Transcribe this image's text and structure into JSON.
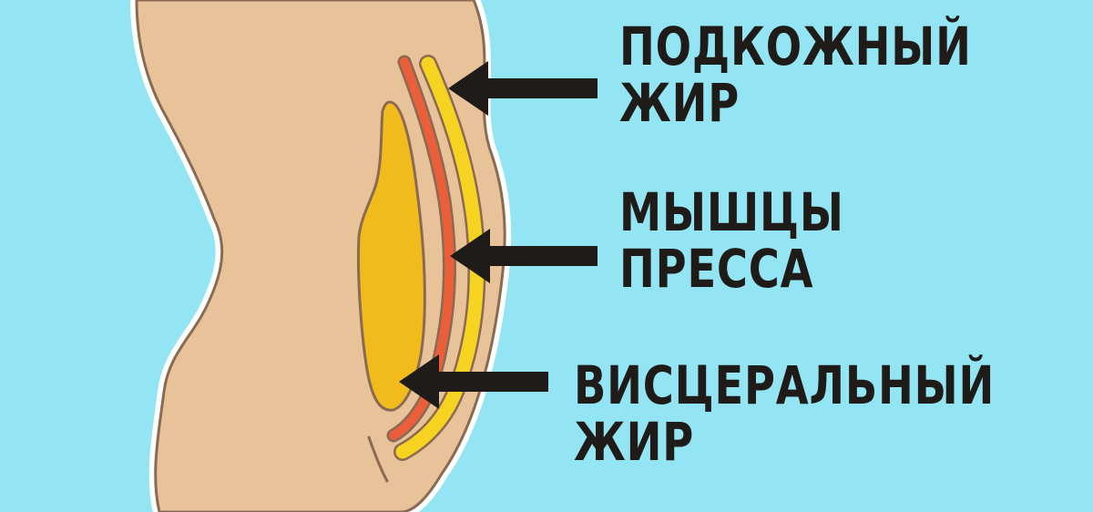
{
  "colors": {
    "background": "#93e5f3",
    "body_fill": "#e8c39a",
    "body_outline": "#8a6a52",
    "subcutaneous_fat": "#f5d320",
    "abdominal_muscle": "#ea5f3a",
    "visceral_fat": "#f2bb1c",
    "arrow": "#1f1b19",
    "text": "#1f1b19"
  },
  "labels": {
    "subcutaneous_fat": [
      "ПОДКОЖНЫЙ",
      "ЖИР"
    ],
    "abdominal_muscles": [
      "МЫШЦЫ",
      "ПРЕССА"
    ],
    "visceral_fat": [
      "ВИСЦЕРАЛЬНЫЙ",
      "ЖИР"
    ]
  },
  "icons": {
    "arrow": "arrow-left-icon"
  }
}
